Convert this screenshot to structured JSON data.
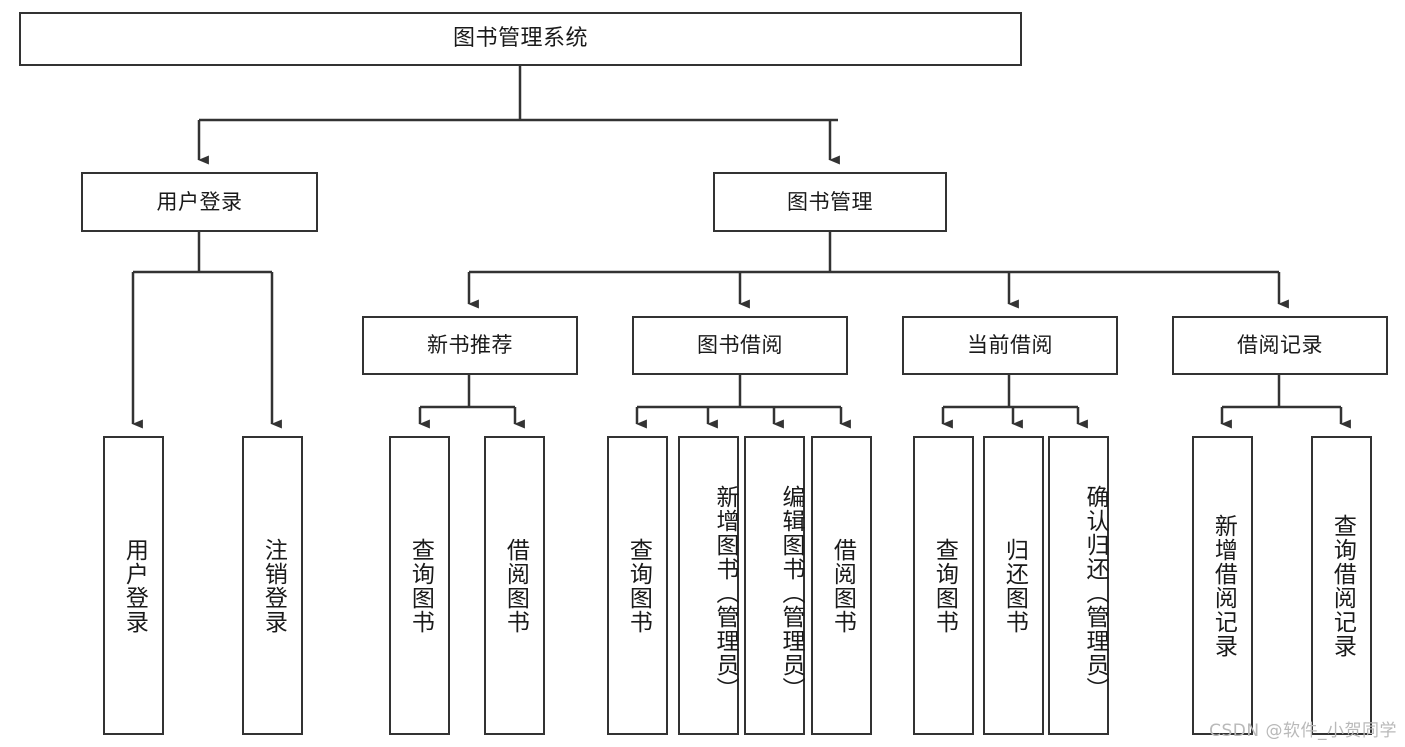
{
  "diagram": {
    "title": "图书管理系统",
    "type": "tree-hierarchy-chart",
    "root": {
      "id": "root",
      "label": "图书管理系统"
    },
    "level2": [
      {
        "id": "user-login",
        "label": "用户登录"
      },
      {
        "id": "book-manage",
        "label": "图书管理"
      }
    ],
    "level3": [
      {
        "id": "new-book-recommend",
        "label": "新书推荐",
        "parent": "book-manage"
      },
      {
        "id": "book-borrow",
        "label": "图书借阅",
        "parent": "book-manage"
      },
      {
        "id": "current-borrow",
        "label": "当前借阅",
        "parent": "book-manage"
      },
      {
        "id": "borrow-record",
        "label": "借阅记录",
        "parent": "book-manage"
      }
    ],
    "leaves": [
      {
        "id": "leaf-user-login",
        "label": "用户登录",
        "parent": "user-login"
      },
      {
        "id": "leaf-user-logout",
        "label": "注销登录",
        "parent": "user-login"
      },
      {
        "id": "leaf-query-book-1",
        "label": "查询图书",
        "parent": "new-book-recommend"
      },
      {
        "id": "leaf-borrow-book-1",
        "label": "借阅图书",
        "parent": "new-book-recommend"
      },
      {
        "id": "leaf-query-book-2",
        "label": "查询图书",
        "parent": "book-borrow"
      },
      {
        "id": "leaf-add-book",
        "label": "新增图书（管理员）",
        "parent": "book-borrow"
      },
      {
        "id": "leaf-edit-book",
        "label": "编辑图书（管理员）",
        "parent": "book-borrow"
      },
      {
        "id": "leaf-borrow-book-2",
        "label": "借阅图书",
        "parent": "book-borrow"
      },
      {
        "id": "leaf-query-book-3",
        "label": "查询图书",
        "parent": "current-borrow"
      },
      {
        "id": "leaf-return-book",
        "label": "归还图书",
        "parent": "current-borrow"
      },
      {
        "id": "leaf-confirm-return",
        "label": "确认归还（管理员）",
        "parent": "current-borrow"
      },
      {
        "id": "leaf-add-record",
        "label": "新增借阅记录",
        "parent": "borrow-record"
      },
      {
        "id": "leaf-query-record",
        "label": "查询借阅记录",
        "parent": "borrow-record"
      }
    ]
  },
  "watermark": {
    "text": "CSDN @软件_小贺同学"
  },
  "colors": {
    "stroke": "#333333",
    "background": "#ffffff",
    "text": "#1a1a1a",
    "watermark": "#b9b9b9"
  }
}
